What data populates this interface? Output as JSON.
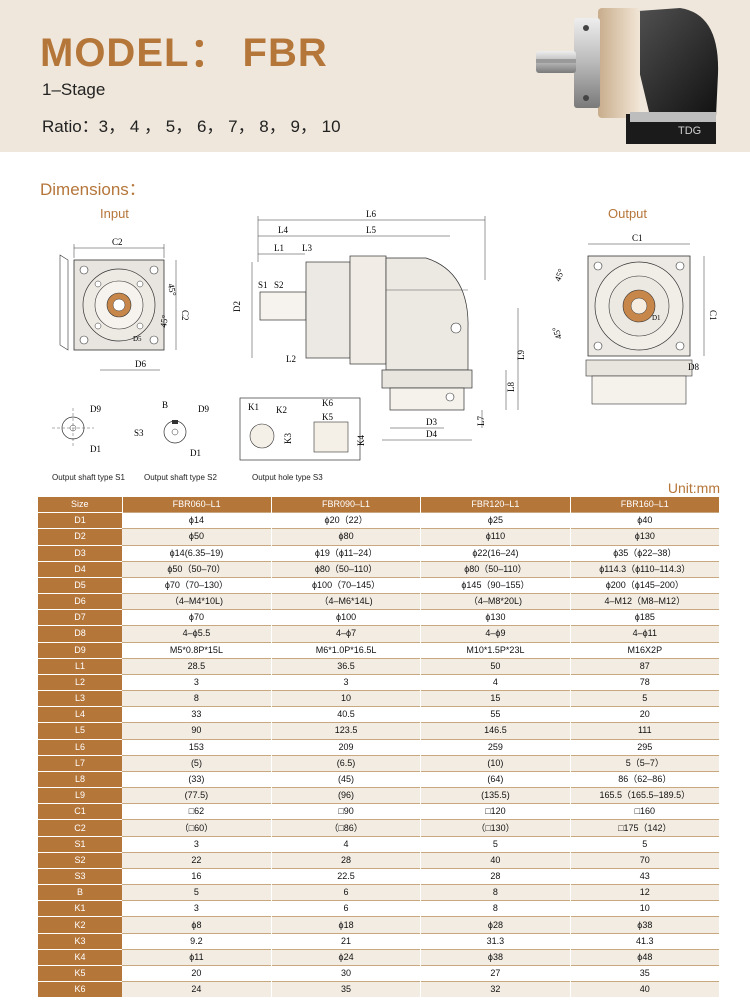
{
  "header": {
    "title": "MODEL： FBR",
    "stage": "1–Stage",
    "ratio": "Ratio：3， 4 ， 5， 6， 7， 8， 9， 10",
    "logo": "TDG"
  },
  "dimensions": {
    "title": "Dimensions：",
    "input_label": "Input",
    "output_label": "Output",
    "labels": {
      "L6": "L6",
      "L4": "L4",
      "L5": "L5",
      "L1": "L1",
      "L3": "L3",
      "S1": "S1",
      "S2": "S2",
      "D2": "D2",
      "L2": "L2",
      "L9": "L9",
      "L8": "L8",
      "L7": "L7",
      "D3": "D3",
      "D4": "D4",
      "C2": "C2",
      "C1": "C1",
      "D6": "D6",
      "D8": "D8",
      "D5": "D5",
      "D9": "D9",
      "D1": "D1",
      "S3": "S3",
      "B": "B",
      "K1": "K1",
      "K2": "K2",
      "K3": "K3",
      "K4": "K4",
      "K5": "K5",
      "K6": "K6",
      "a45": "45°"
    },
    "captions": [
      "Output shaft type S1",
      "Output shaft type S2",
      "Output hole type S3"
    ]
  },
  "unit": "Unit:mm",
  "table": {
    "headers": [
      "Size",
      "FBR060–L1",
      "FBR090–L1",
      "FBR120–L1",
      "FBR160–L1"
    ],
    "rows": [
      [
        "D1",
        "ϕ14",
        "ϕ20（22）",
        "ϕ25",
        "ϕ40"
      ],
      [
        "D2",
        "ϕ50",
        "ϕ80",
        "ϕ110",
        "ϕ130"
      ],
      [
        "D3",
        "ϕ14(6.35–19)",
        "ϕ19（ϕ11–24）",
        "ϕ22(16–24)",
        "ϕ35（ϕ22–38）"
      ],
      [
        "D4",
        "ϕ50（50–70）",
        "ϕ80（50–110）",
        "ϕ80（50–110）",
        "ϕ114.3（ϕ110–114.3）"
      ],
      [
        "D5",
        "ϕ70（70–130）",
        "ϕ100（70–145）",
        "ϕ145（90–155）",
        "ϕ200（ϕ145–200）"
      ],
      [
        "D6",
        "（4–M4*10L)",
        "（4–M6*14L)",
        "（4–M8*20L)",
        "4–M12（M8–M12）"
      ],
      [
        "D7",
        "ϕ70",
        "ϕ100",
        "ϕ130",
        "ϕ185"
      ],
      [
        "D8",
        "4–ϕ5.5",
        "4–ϕ7",
        "4–ϕ9",
        "4–ϕ11"
      ],
      [
        "D9",
        "M5*0.8P*15L",
        "M6*1.0P*16.5L",
        "M10*1.5P*23L",
        "M16X2P"
      ],
      [
        "L1",
        "28.5",
        "36.5",
        "50",
        "87"
      ],
      [
        "L2",
        "3",
        "3",
        "4",
        "78"
      ],
      [
        "L3",
        "8",
        "10",
        "15",
        "5"
      ],
      [
        "L4",
        "33",
        "40.5",
        "55",
        "20"
      ],
      [
        "L5",
        "90",
        "123.5",
        "146.5",
        "111"
      ],
      [
        "L6",
        "153",
        "209",
        "259",
        "295"
      ],
      [
        "L7",
        "(5)",
        "(6.5)",
        "(10)",
        "5（5–7）"
      ],
      [
        "L8",
        "(33)",
        "(45)",
        "(64)",
        "86（62–86）"
      ],
      [
        "L9",
        "(77.5)",
        "(96)",
        "(135.5)",
        "165.5（165.5–189.5）"
      ],
      [
        "C1",
        "□62",
        "□90",
        "□120",
        "□160"
      ],
      [
        "C2",
        "（□60）",
        "（□86）",
        "（□130）",
        "□175（142）"
      ],
      [
        "S1",
        "3",
        "4",
        "5",
        "5"
      ],
      [
        "S2",
        "22",
        "28",
        "40",
        "70"
      ],
      [
        "S3",
        "16",
        "22.5",
        "28",
        "43"
      ],
      [
        "B",
        "5",
        "6",
        "8",
        "12"
      ],
      [
        "K1",
        "3",
        "6",
        "8",
        "10"
      ],
      [
        "K2",
        "ϕ8",
        "ϕ18",
        "ϕ28",
        "ϕ38"
      ],
      [
        "K3",
        "9.2",
        "21",
        "31.3",
        "41.3"
      ],
      [
        "K4",
        "ϕ11",
        "ϕ24",
        "ϕ38",
        "ϕ48"
      ],
      [
        "K5",
        "20",
        "30",
        "27",
        "35"
      ],
      [
        "K6",
        "24",
        "35",
        "32",
        "40"
      ]
    ]
  }
}
